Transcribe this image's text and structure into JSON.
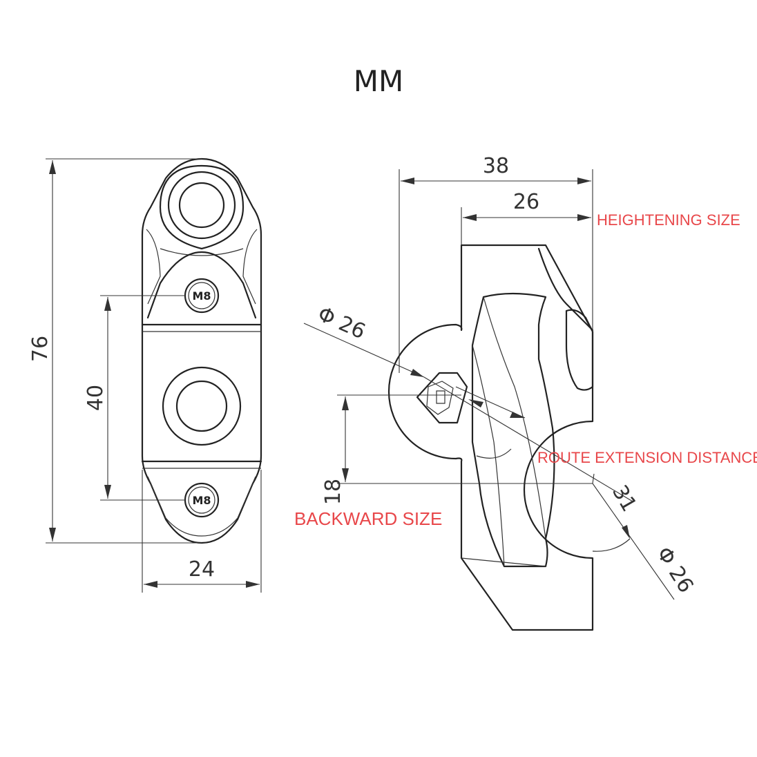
{
  "title": "MM",
  "front_view": {
    "height": "76",
    "hole_spacing": "40",
    "width": "24",
    "bolt_label_top": "M8",
    "bolt_label_bottom": "M8"
  },
  "side_view": {
    "overall_width": "38",
    "clamp_width": "26",
    "heightening_label": "HEIGHTENING SIZE",
    "diameter_top": "Φ 26",
    "diameter_bottom": "Φ 26",
    "backward_value": "18",
    "backward_label": "BACKWARD SIZE",
    "route_label": "ROUTE EXTENSION DISTANCE",
    "route_value": "31"
  },
  "colors": {
    "line": "#222222",
    "annotation": "#e8474a"
  }
}
